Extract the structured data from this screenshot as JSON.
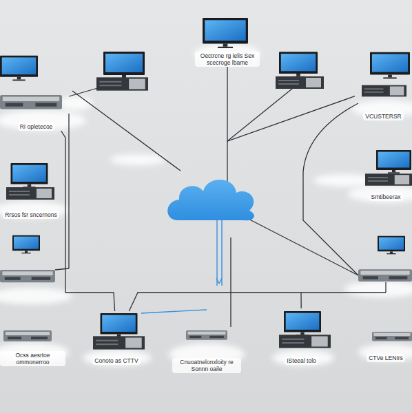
{
  "diagram": {
    "nodes": [
      {
        "text": [
          "Oectrcne rg ielis Sex scecroge lbame"
        ]
      },
      {
        "text": [
          "RI opletecoe"
        ]
      },
      {
        "text": [
          "VCUSTERSR"
        ]
      },
      {
        "text": [
          "Rrsos fsr sncernons"
        ]
      },
      {
        "text": [
          "Smtibeerax"
        ]
      },
      {
        "text": [
          "Ocss aesrtoe ommonerroo"
        ]
      },
      {
        "text": [
          "Conoto as CTTV"
        ]
      },
      {
        "text": [
          "Cnuoatnelonxloity re Sonnn oaile"
        ]
      },
      {
        "text": [
          "ISteeal tolo"
        ]
      },
      {
        "text": [
          "CTVe LENIrs"
        ]
      }
    ],
    "edges": [
      {
        "from": 0,
        "to": 2,
        "arrow": "none"
      },
      {
        "from": 1,
        "to": 6,
        "arrow": "none"
      },
      {
        "from": 6,
        "to": 8,
        "arrow": "none"
      }
    ]
  }
}
